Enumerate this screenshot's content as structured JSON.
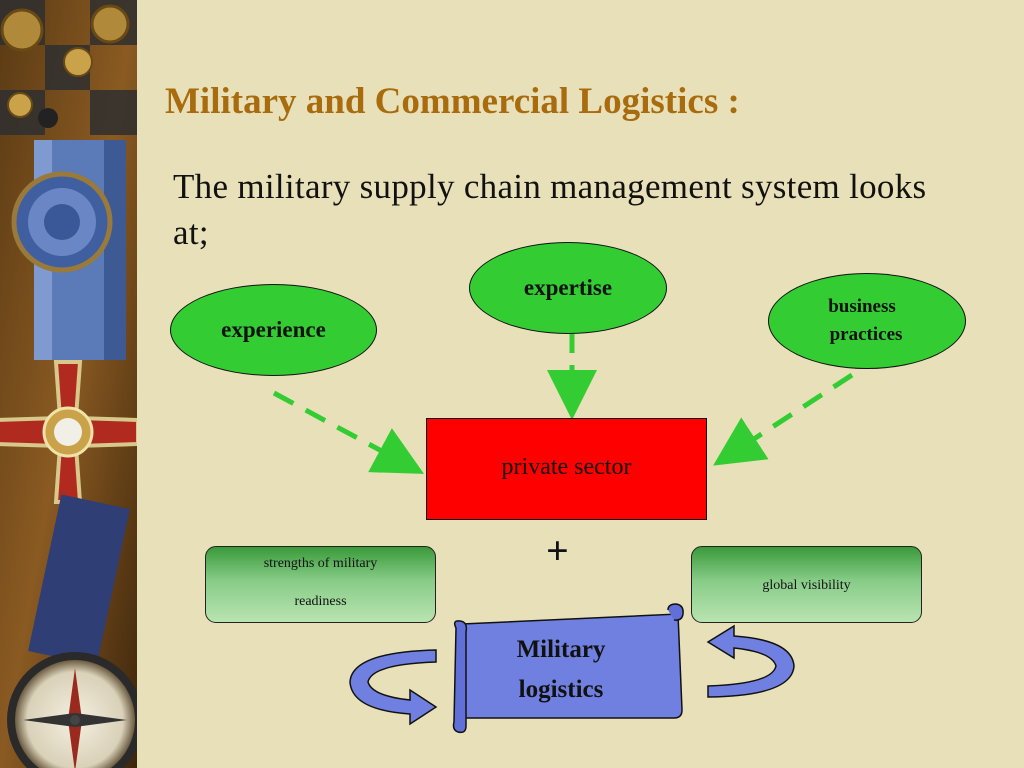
{
  "slide": {
    "title": "Military and Commercial Logistics :",
    "subtitle": "The military supply chain management system looks at;"
  },
  "diagram": {
    "inputs": {
      "experience": "experience",
      "expertise": "expertise",
      "business_practices_line1": "business",
      "business_practices_line2": "practices"
    },
    "private_sector": "private sector",
    "plus": "+",
    "strengths_line1": "strengths of military",
    "strengths_line2": "readiness",
    "global_visibility": "global visibility",
    "military_logistics_line1": "Military",
    "military_logistics_line2": "logistics"
  },
  "colors": {
    "background": "#e8e0b8",
    "title": "#a86b0e",
    "oval_fill": "#33cc33",
    "private_sector_fill": "#ff0000",
    "scroll_fill": "#7080e0",
    "dashed_arrow": "#33cc33",
    "green_gradient_top": "#3a9a3a",
    "green_gradient_bottom": "#b8e4b0"
  },
  "decor": {
    "sidebar_icon": "military-medals-collage"
  }
}
